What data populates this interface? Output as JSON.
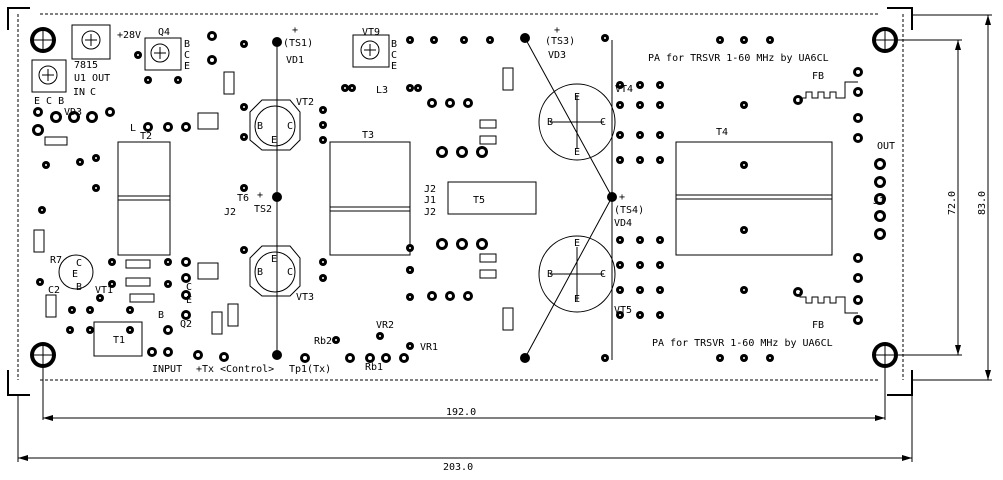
{
  "title_top": "PA for TRSVR 1-60 MHz by UA6CL",
  "title_bottom": "PA for TRSVR 1-60 MHz by UA6CL",
  "dimensions": {
    "inner_width": "192.0",
    "outer_width": "203.0",
    "inner_height": "72.0",
    "outer_height": "83.0"
  },
  "labels": {
    "plus_28v": "+28V",
    "q4": "Q4",
    "ic_7815": "7815",
    "u1_out": "U1 OUT",
    "in": "IN",
    "c": "C",
    "ecb": "E C B",
    "vd3_left": "VD3",
    "l_left": "L",
    "t2": "T2",
    "r7": "R7",
    "c2": "C2",
    "vt1": "VT1",
    "t1": "T1",
    "q2": "Q2",
    "input": "INPUT",
    "tx": "+Tx",
    "control": "<Control>",
    "ts1": "(TS1)",
    "vd1": "VD1",
    "vt2": "VT2",
    "t6": "T6",
    "j2_mid": "J2",
    "ts2": "TS2",
    "vt3": "VT3",
    "tp1": "Tp1(Tx)",
    "rb2": "Rb2",
    "rb1": "Rb1",
    "vr2": "VR2",
    "vr1": "VR1",
    "vt9": "VT9",
    "l3": "L3",
    "t3": "T3",
    "j2a": "J2",
    "j1": "J1",
    "j2b": "J2",
    "t5": "T5",
    "ts3": "(TS3)",
    "vd3": "VD3",
    "vt4": "VT4",
    "ts4": "(TS4)",
    "vd4": "VD4",
    "vt5": "VT5",
    "t4": "T4",
    "fb_top": "FB",
    "fb_bottom": "FB",
    "out": "OUT",
    "j1_right": "J1",
    "plus": "+",
    "b": "B",
    "e": "E",
    "cc": "C"
  }
}
